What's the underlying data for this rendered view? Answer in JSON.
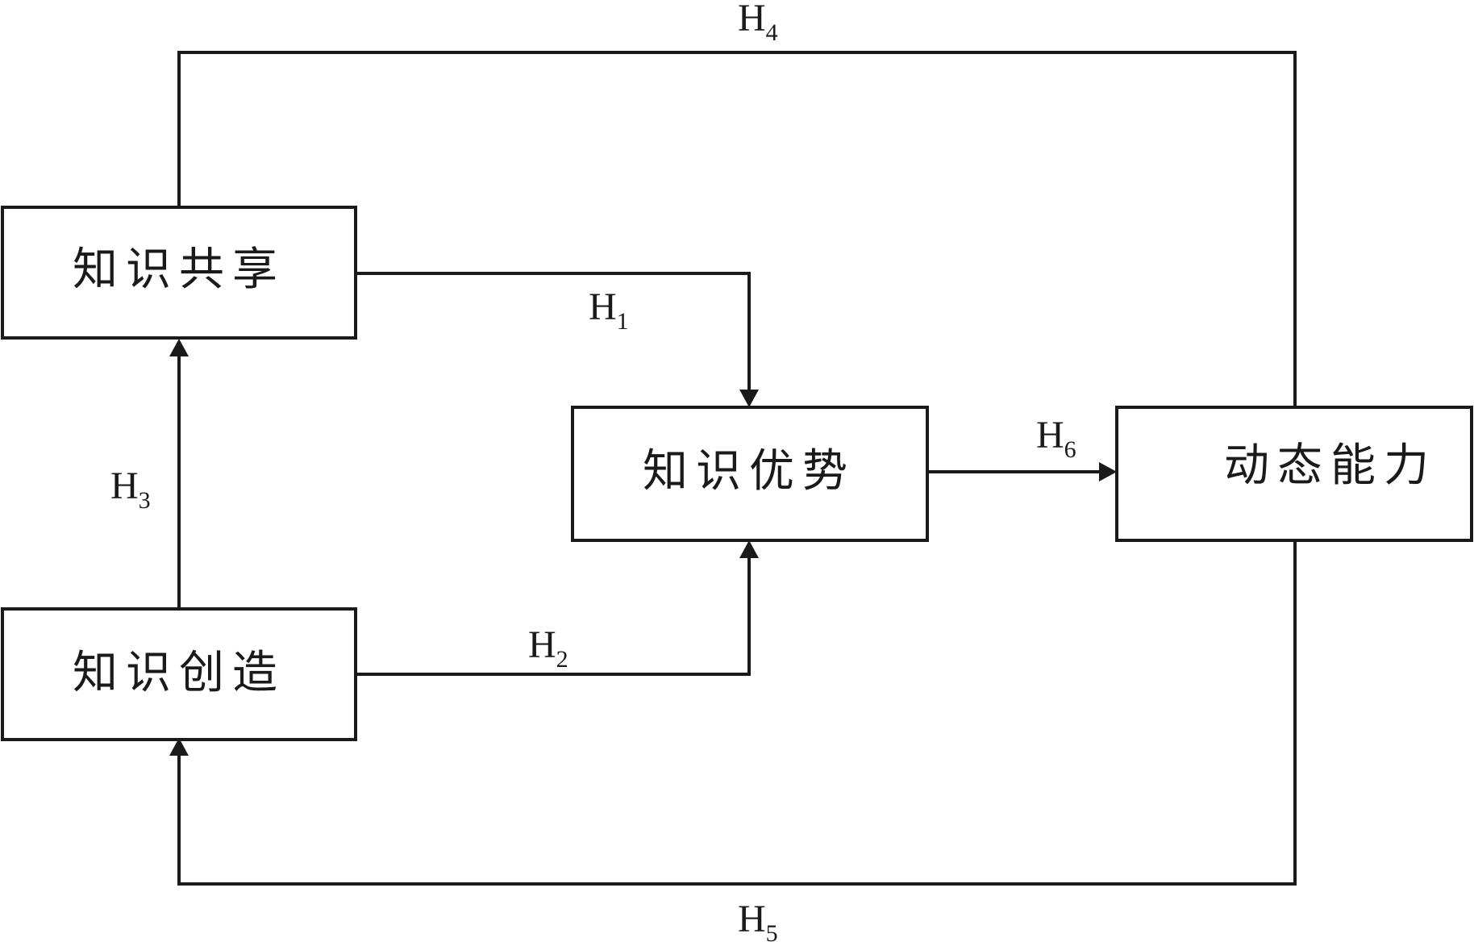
{
  "nodes": {
    "knowledge_sharing": "知识共享",
    "knowledge_creation": "知识创造",
    "knowledge_advantage": "知识优势",
    "dynamic_capability": "动态能力"
  },
  "edges": {
    "h1": {
      "main": "H",
      "sub": "1"
    },
    "h2": {
      "main": "H",
      "sub": "2"
    },
    "h3": {
      "main": "H",
      "sub": "3"
    },
    "h4": {
      "main": "H",
      "sub": "4"
    },
    "h5": {
      "main": "H",
      "sub": "5"
    },
    "h6": {
      "main": "H",
      "sub": "6"
    }
  },
  "colors": {
    "stroke": "#1a1a1a",
    "background": "#ffffff"
  }
}
